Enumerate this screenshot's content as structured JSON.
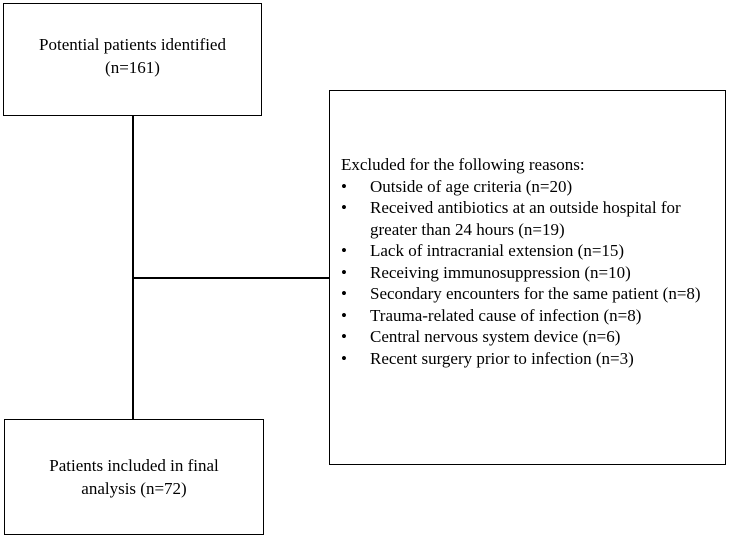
{
  "top_box": {
    "line1": "Potential patients identified",
    "line2": "(n=161)"
  },
  "exclusion_box": {
    "heading": "Excluded for the following reasons:",
    "bullet": "•",
    "reasons": [
      "Outside of age criteria (n=20)",
      "Received antibiotics at an outside hospital for greater than 24 hours (n=19)",
      "Lack of intracranial extension (n=15)",
      "Receiving immunosuppression (n=10)",
      "Secondary encounters for the same patient (n=8)",
      "Trauma-related cause of infection (n=8)",
      "Central nervous system device (n=6)",
      "Recent surgery prior to infection (n=3)"
    ]
  },
  "bottom_box": {
    "line1": "Patients included in final",
    "line2": "analysis (n=72)"
  }
}
